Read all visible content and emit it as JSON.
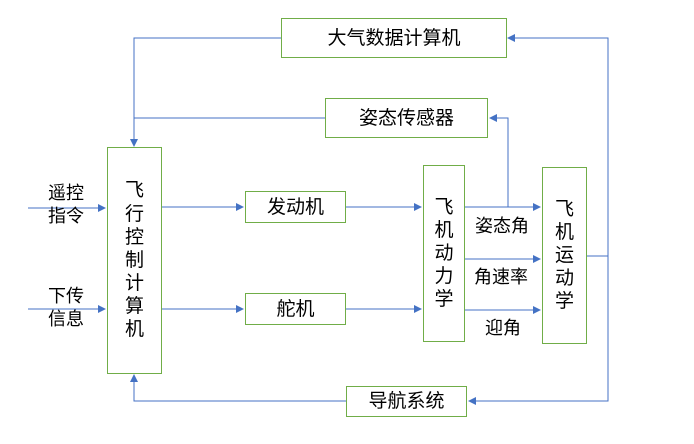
{
  "diagram": {
    "air_data_computer": "大气数据计算机",
    "attitude_sensor": "姿态传感器",
    "engine": "发动机",
    "rudder_servo": "舵机",
    "navigation_system": "导航系统",
    "flight_control_computer": [
      "飞",
      "行",
      "控",
      "制",
      "计",
      "算",
      "机"
    ],
    "flight_dynamics": [
      "飞",
      "机",
      "动",
      "力",
      "学"
    ],
    "flight_kinematics": [
      "飞",
      "机",
      "运",
      "动",
      "学"
    ],
    "inputs": {
      "remote_control": [
        "遥控",
        "指令"
      ],
      "downlink_info": [
        "下传",
        "信息"
      ]
    },
    "signals": {
      "attitude_angle": "姿态角",
      "angular_rate": "角速率",
      "angle_of_attack": "迎角"
    },
    "colors": {
      "box_border": "#70ad47",
      "arrow": "#4472c4"
    }
  }
}
